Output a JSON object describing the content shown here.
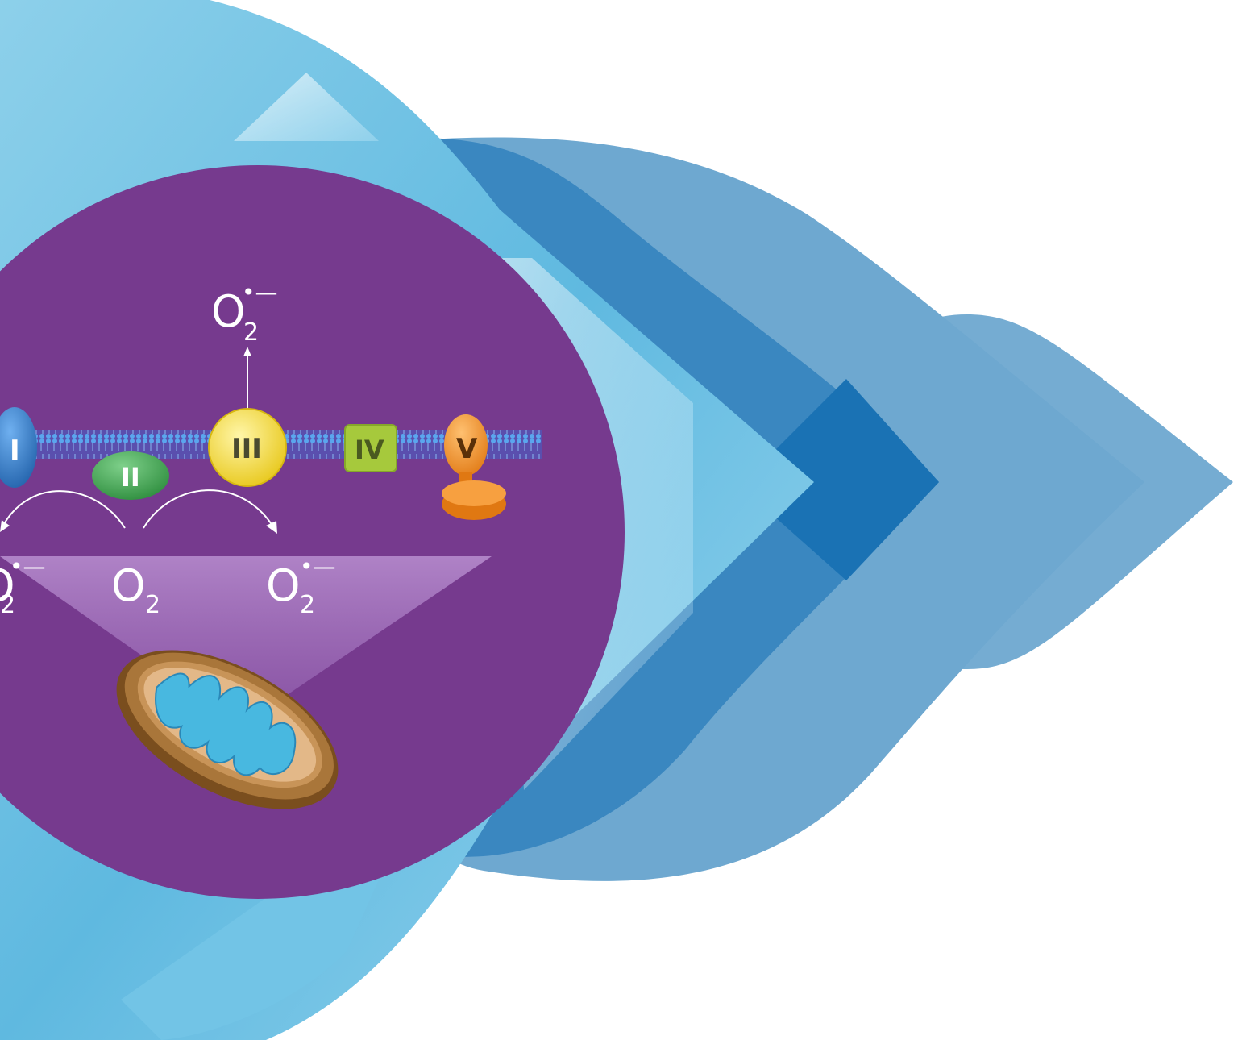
{
  "colors": {
    "background": "#ffffff",
    "light_blue": "#7ec8e6",
    "mid_blue": "#3a87c0",
    "pale_blue": "#6ea8d0",
    "purple": "#763a8e",
    "membrane": "#4a8fd8",
    "complex_I": "#2b6fb8",
    "complex_II": "#3aa04a",
    "complex_III": "#f1d92c",
    "complex_IV": "#a6c93c",
    "complex_V": "#ef8a22",
    "mito_outer": "#9c6a30",
    "mito_cristae": "#48b8e0"
  },
  "complexes": [
    {
      "id": "I",
      "label": "I"
    },
    {
      "id": "II",
      "label": "II"
    },
    {
      "id": "III",
      "label": "III"
    },
    {
      "id": "IV",
      "label": "IV"
    },
    {
      "id": "V",
      "label": "V"
    }
  ],
  "species": {
    "superoxide_top": {
      "base": "O",
      "sub": "2",
      "sup": "•—"
    },
    "superoxide_left": {
      "base": "O",
      "sub": "2",
      "sup": "•—"
    },
    "oxygen_center": {
      "base": "O",
      "sub": "2",
      "sup": ""
    },
    "superoxide_right": {
      "base": "O",
      "sub": "2",
      "sup": "•—"
    }
  }
}
